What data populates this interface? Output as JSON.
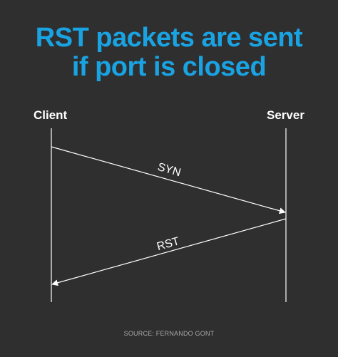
{
  "title": {
    "line1": "RST packets are sent",
    "line2": "if port is closed"
  },
  "participants": {
    "client": "Client",
    "server": "Server"
  },
  "messages": [
    {
      "label": "SYN",
      "from": "client",
      "to": "server"
    },
    {
      "label": "RST",
      "from": "server",
      "to": "client"
    }
  ],
  "source": "SOURCE: FERNANDO GONT",
  "colors": {
    "background": "#2f2f2f",
    "title": "#1aa3e3",
    "lines": "#ffffff",
    "source": "#a8a8a8"
  }
}
